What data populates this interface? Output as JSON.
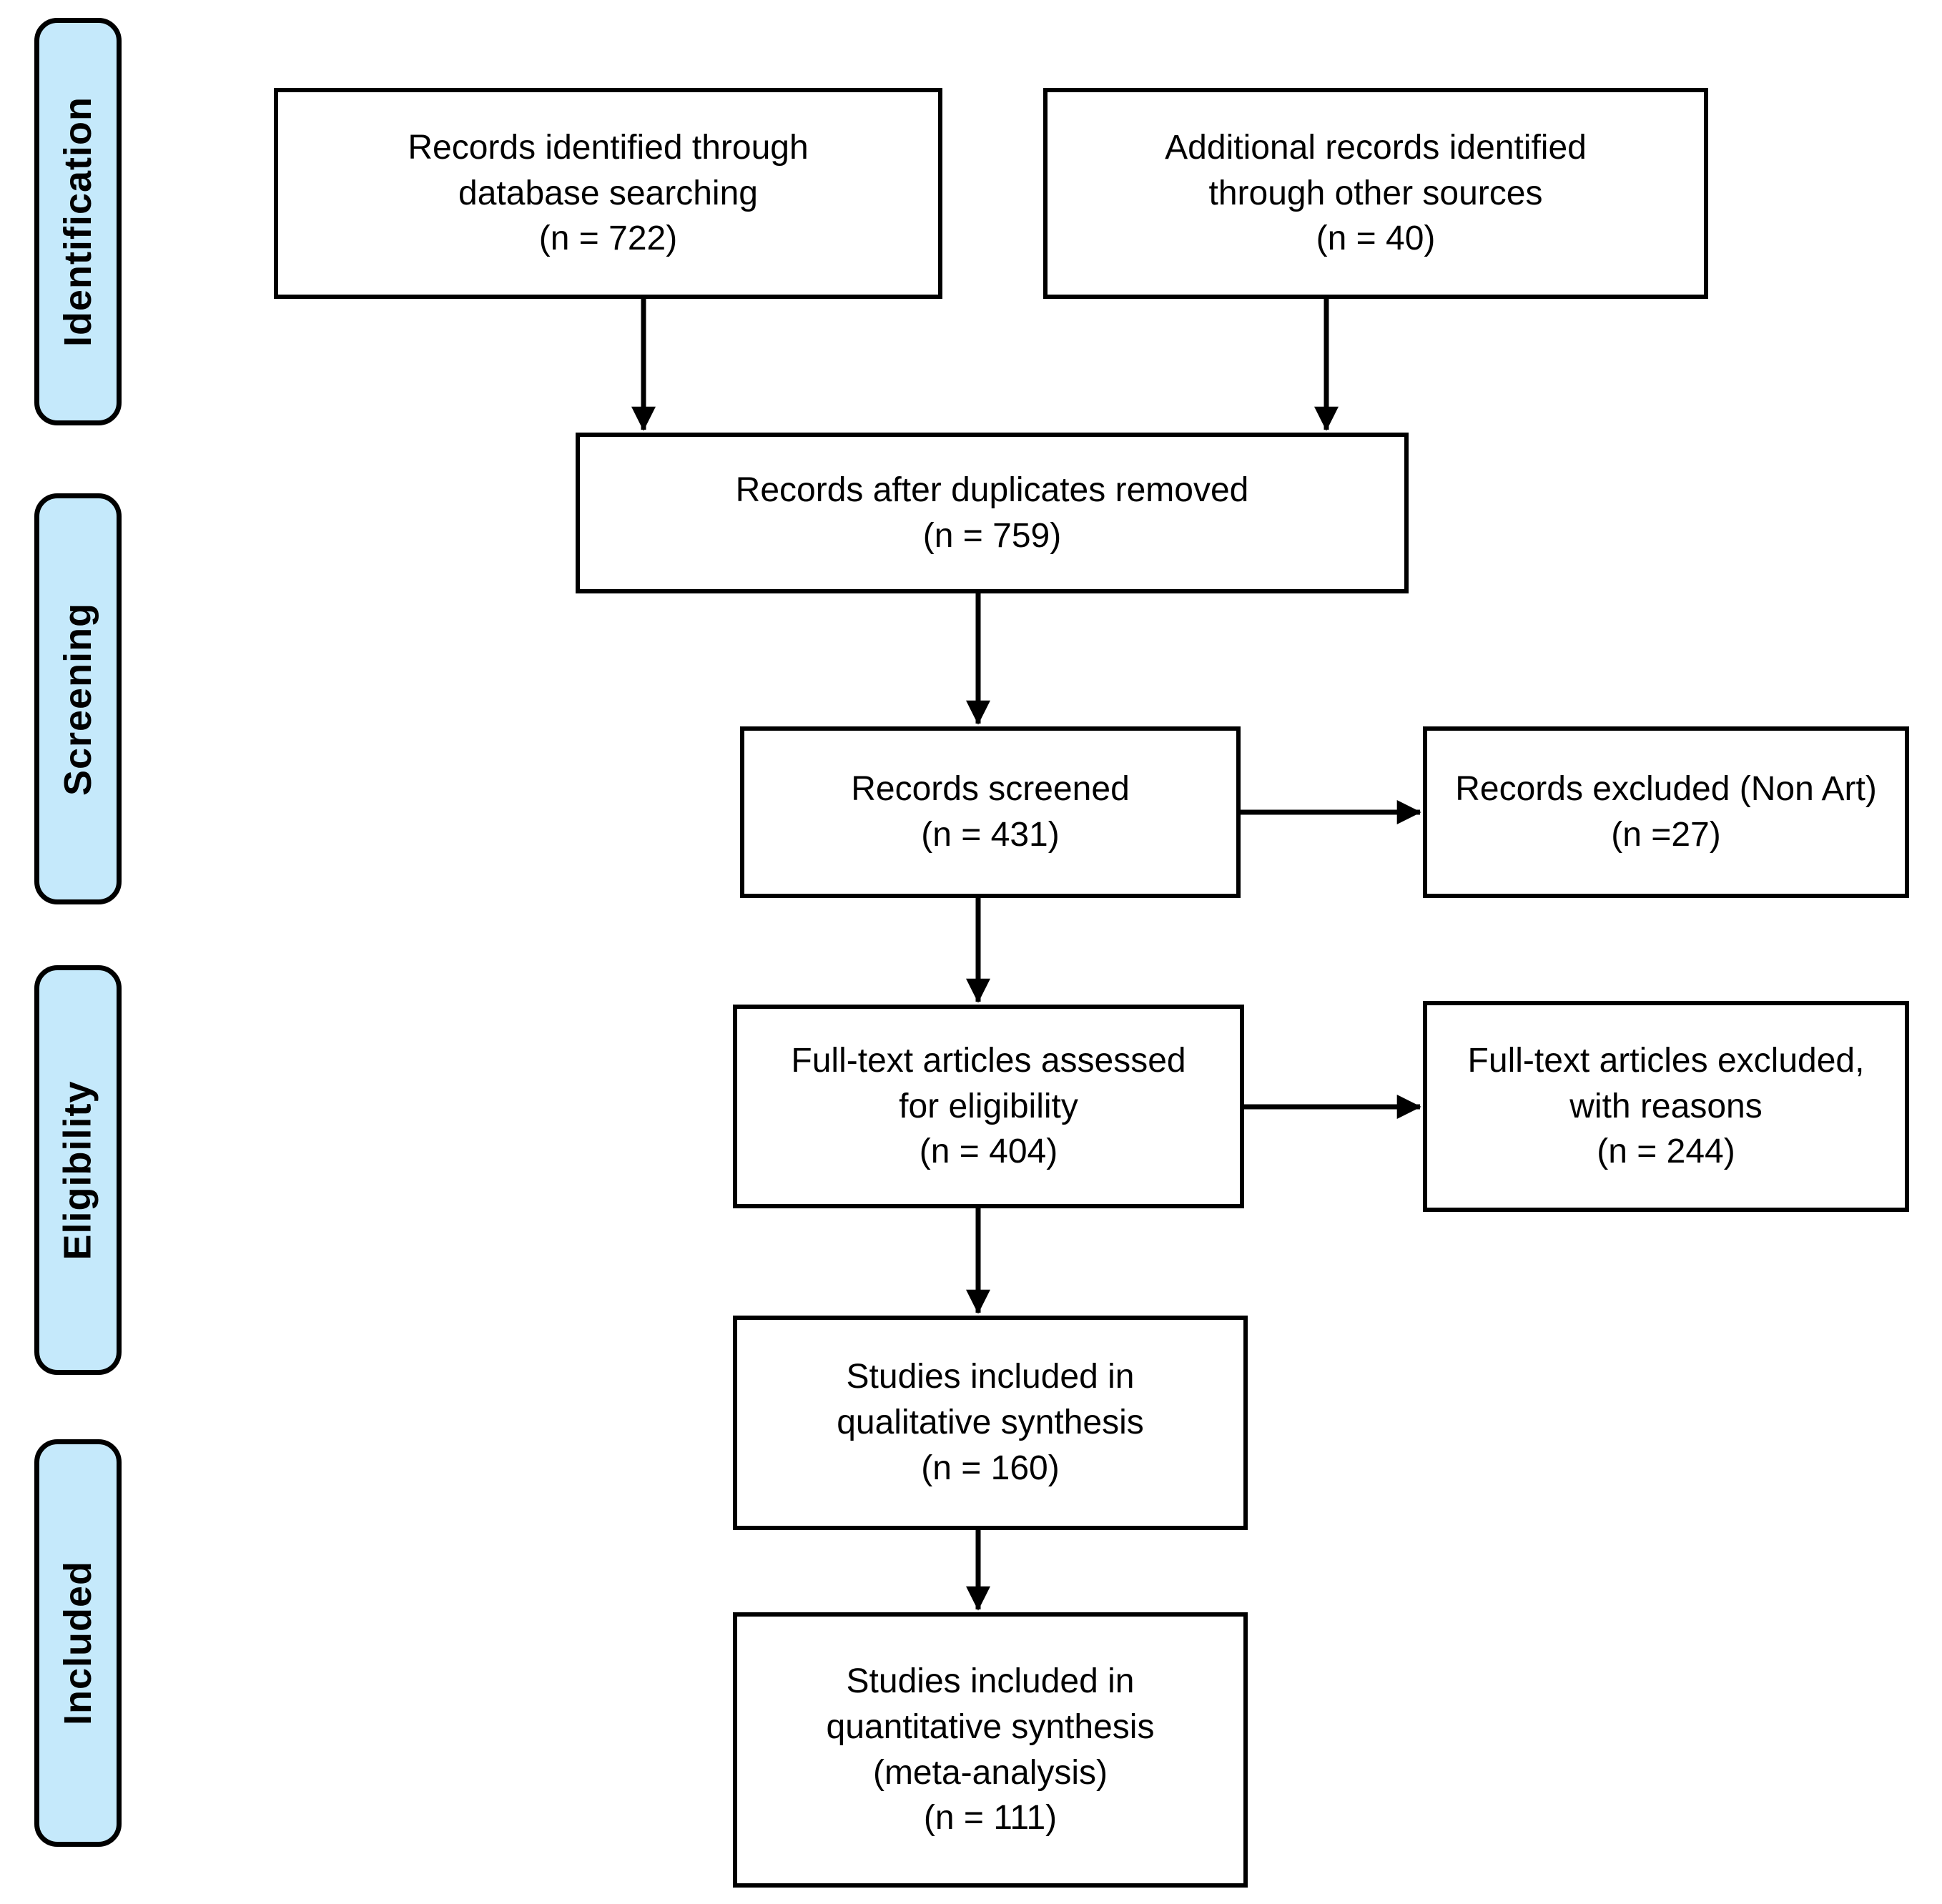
{
  "title": "PRISMA study selection flow diagram",
  "colors": {
    "stage_fill": "#C5E9FB",
    "stroke": "#000000",
    "box_fill": "#FFFFFF",
    "background": "#FFFFFF"
  },
  "stages": [
    {
      "text": "Identification"
    },
    {
      "text": "Screening"
    },
    {
      "text": "Eligibility"
    },
    {
      "text": "Included"
    }
  ],
  "boxes": {
    "records_identified": {
      "text": "Records identified through\ndatabase searching\n(n = 722)"
    },
    "additional_records": {
      "text": "Additional records identified\nthrough other sources\n(n = 40)"
    },
    "after_duplicates": {
      "text": "Records after duplicates removed\n(n = 759)"
    },
    "records_screened": {
      "text": "Records screened\n(n = 431)"
    },
    "records_excluded": {
      "text": "Records excluded (Non Art)\n(n =27)"
    },
    "fulltext_assessed": {
      "text": "Full-text articles assessed\nfor eligibility\n(n = 404)"
    },
    "fulltext_excluded": {
      "text": "Full-text articles excluded,\nwith reasons\n(n = 244)"
    },
    "qualitative_included": {
      "text": "Studies included in\nqualitative synthesis\n(n = 160)"
    },
    "quantitative_included": {
      "text": "Studies included in\nquantitative synthesis\n(meta-analysis)\n(n = 111)"
    }
  }
}
